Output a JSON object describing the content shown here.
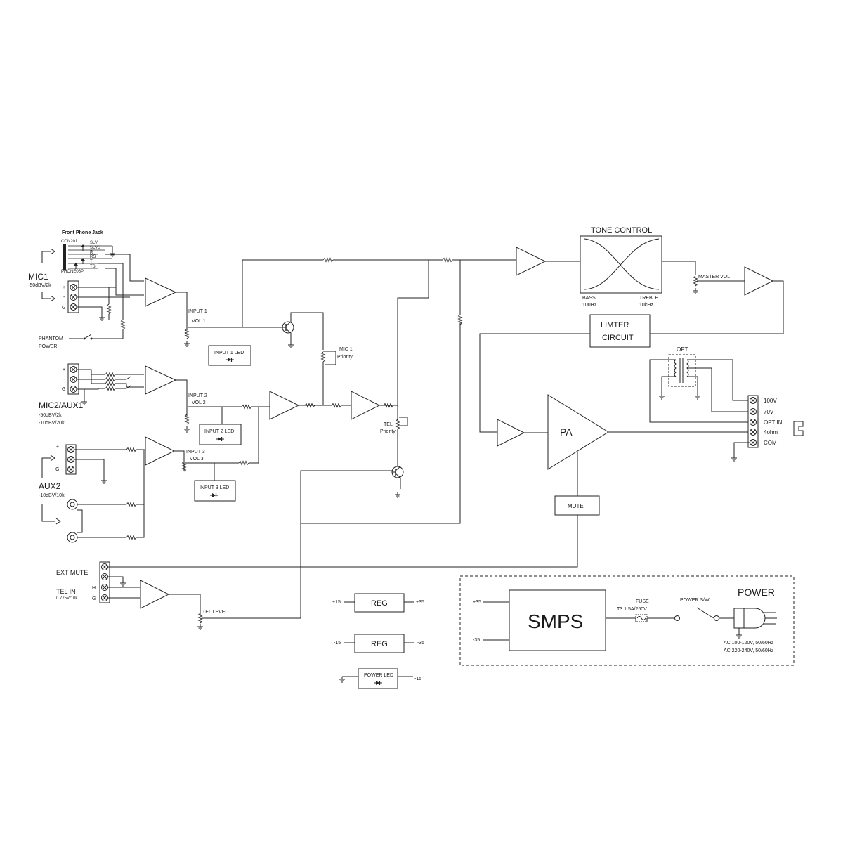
{
  "front_jack": {
    "title": "Front Phone Jack",
    "con": "CON201",
    "part": "PHONE06P",
    "pins": [
      "SLV",
      "SLVS",
      "R",
      "RS",
      "T",
      "TS"
    ]
  },
  "inputs": {
    "mic1": {
      "name": "MIC1",
      "spec": "-50dBV/2k"
    },
    "phantom": [
      "PHANTOM",
      "POWER"
    ],
    "mic2": {
      "name": "MIC2/AUX1",
      "spec1": "-50dBV/2k",
      "spec2": "-10dBV/20k"
    },
    "aux2": {
      "name": "AUX2",
      "spec": "-10dBV/10k"
    },
    "ext_mute": "EXT MUTE",
    "tel_in": {
      "name": "TEL IN",
      "spec": "0.775V/10k"
    }
  },
  "pins": {
    "plus": "+",
    "minus": "-",
    "ground": "G",
    "hot": "H"
  },
  "controls": {
    "input1": [
      "INPUT 1",
      "VOL 1"
    ],
    "input2": [
      "INPUT 2",
      "VOL 2"
    ],
    "input3": [
      "INPUT 3",
      "VOL 3"
    ],
    "mic1_priority": [
      "MIC 1",
      "Priority"
    ],
    "tel_priority": [
      "TEL",
      "Priority"
    ],
    "tel_level": "TEL LEVEL",
    "master_vol": "MASTER VOL"
  },
  "leds": {
    "input1": "INPUT 1 LED",
    "input2": "INPUT 2 LED",
    "input3": "INPUT 3 LED",
    "power": "POWER LED"
  },
  "tone": {
    "title": "TONE CONTROL",
    "bass": "BASS",
    "bass_freq": "100Hz",
    "treble": "TREBLE",
    "treble_freq": "10kHz"
  },
  "limiter": [
    "LIMTER",
    "CIRCUIT"
  ],
  "opt": "OPT",
  "pa": "PA",
  "mute": "MUTE",
  "outputs": [
    "100V",
    "70V",
    "OPT IN",
    "4ohm",
    "COM"
  ],
  "regs": [
    {
      "label": "REG",
      "left": "+15",
      "right": "+35"
    },
    {
      "label": "REG",
      "left": "-15",
      "right": "-35"
    }
  ],
  "power_led_rail": "-15",
  "power": {
    "title": "POWER",
    "smps": "SMPS",
    "rail_pos": "+35",
    "rail_neg": "-35",
    "fuse": "FUSE",
    "fuse_rating": "T3.1 5A/250V",
    "switch": "POWER S/W",
    "ac1": "AC 100-120V, 50/60Hz",
    "ac2": "AC 220-240V, 50/60Hz"
  }
}
